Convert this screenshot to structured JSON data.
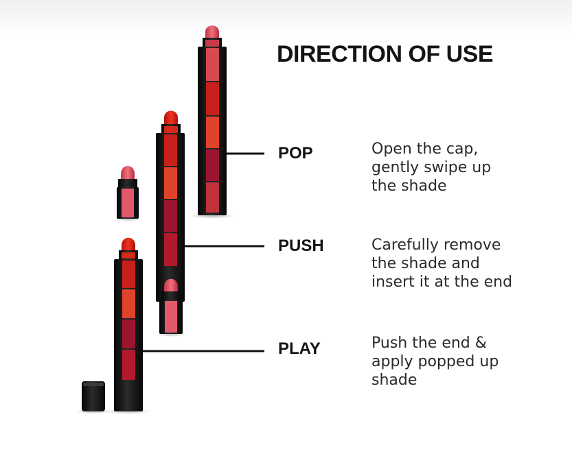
{
  "title": "DIRECTION OF USE",
  "steps": [
    {
      "label": "POP",
      "description": "Open the cap,\ngently swipe up\nthe shade"
    },
    {
      "label": "PUSH",
      "description": "Carefully remove\nthe shade and\ninsert it at the end"
    },
    {
      "label": "PLAY",
      "description": "Push the end &\napply popped up\nshade"
    }
  ],
  "colors": {
    "body": "#151515",
    "shade_coral": "#e0432b",
    "shade_red": "#c8201a",
    "shade_berry": "#9c1530",
    "shade_pink": "#e2596c",
    "leader_line": "#111111"
  }
}
